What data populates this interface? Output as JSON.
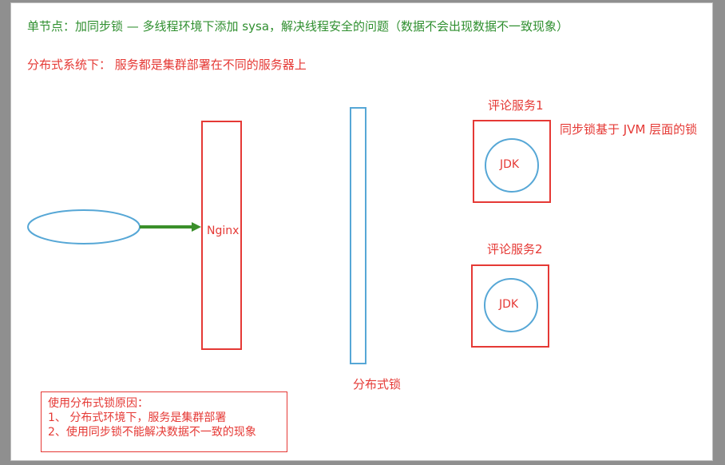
{
  "header": {
    "line1": "单节点：加同步锁 — 多线程环境下添加 sysa，解决线程安全的问题（数据不会出现数据不一致现象）",
    "line2": "分布式系统下：  服务都是集群部署在不同的服务器上"
  },
  "diagram": {
    "nginx_label": "Nginx",
    "distributed_lock_label": "分布式锁",
    "service1_title": "评论服务1",
    "service2_title": "评论服务2",
    "service1_jdk": "JDK",
    "service2_jdk": "JDK",
    "sync_lock_note": "同步锁基于 JVM 层面的锁"
  },
  "reasons": {
    "title": "使用分布式锁原因：",
    "item1": "1、 分布式环境下，服务是集群部署",
    "item2": "2、使用同步锁不能解决数据不一致的现象"
  },
  "colors": {
    "red": "#e53935",
    "green_text": "#2f8f2f",
    "blue": "#56a7d6",
    "arrow_green": "#3a8f2a"
  }
}
